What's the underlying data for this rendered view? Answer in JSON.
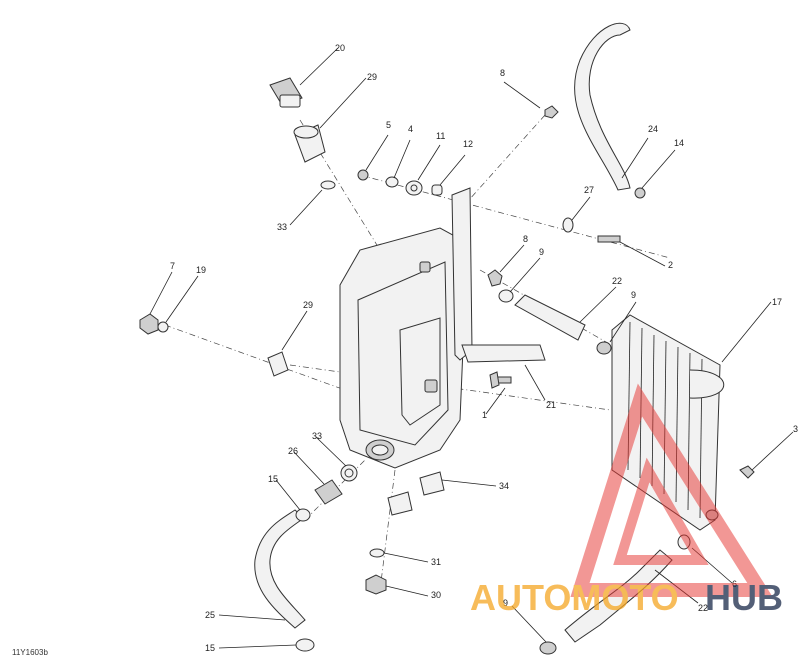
{
  "figure_id": "11Y1603b",
  "callouts": [
    {
      "label": "20"
    },
    {
      "label": "29"
    },
    {
      "label": "33"
    },
    {
      "label": "5"
    },
    {
      "label": "4"
    },
    {
      "label": "11"
    },
    {
      "label": "12"
    },
    {
      "label": "8"
    },
    {
      "label": "24"
    },
    {
      "label": "14"
    },
    {
      "label": "27"
    },
    {
      "label": "2"
    },
    {
      "label": "8"
    },
    {
      "label": "9"
    },
    {
      "label": "22"
    },
    {
      "label": "9"
    },
    {
      "label": "17"
    },
    {
      "label": "7"
    },
    {
      "label": "19"
    },
    {
      "label": "29"
    },
    {
      "label": "1"
    },
    {
      "label": "21"
    },
    {
      "label": "33"
    },
    {
      "label": "26"
    },
    {
      "label": "15"
    },
    {
      "label": "34"
    },
    {
      "label": "31"
    },
    {
      "label": "30"
    },
    {
      "label": "25"
    },
    {
      "label": "15"
    },
    {
      "label": "3"
    },
    {
      "label": "6"
    },
    {
      "label": "22"
    },
    {
      "label": "9"
    }
  ],
  "watermark": {
    "brand_left": "AUTOMOTO",
    "brand_right": "HUB",
    "color_left": "#f5a623",
    "color_right": "#1a2a4a",
    "triangle_color": "#e53935"
  }
}
